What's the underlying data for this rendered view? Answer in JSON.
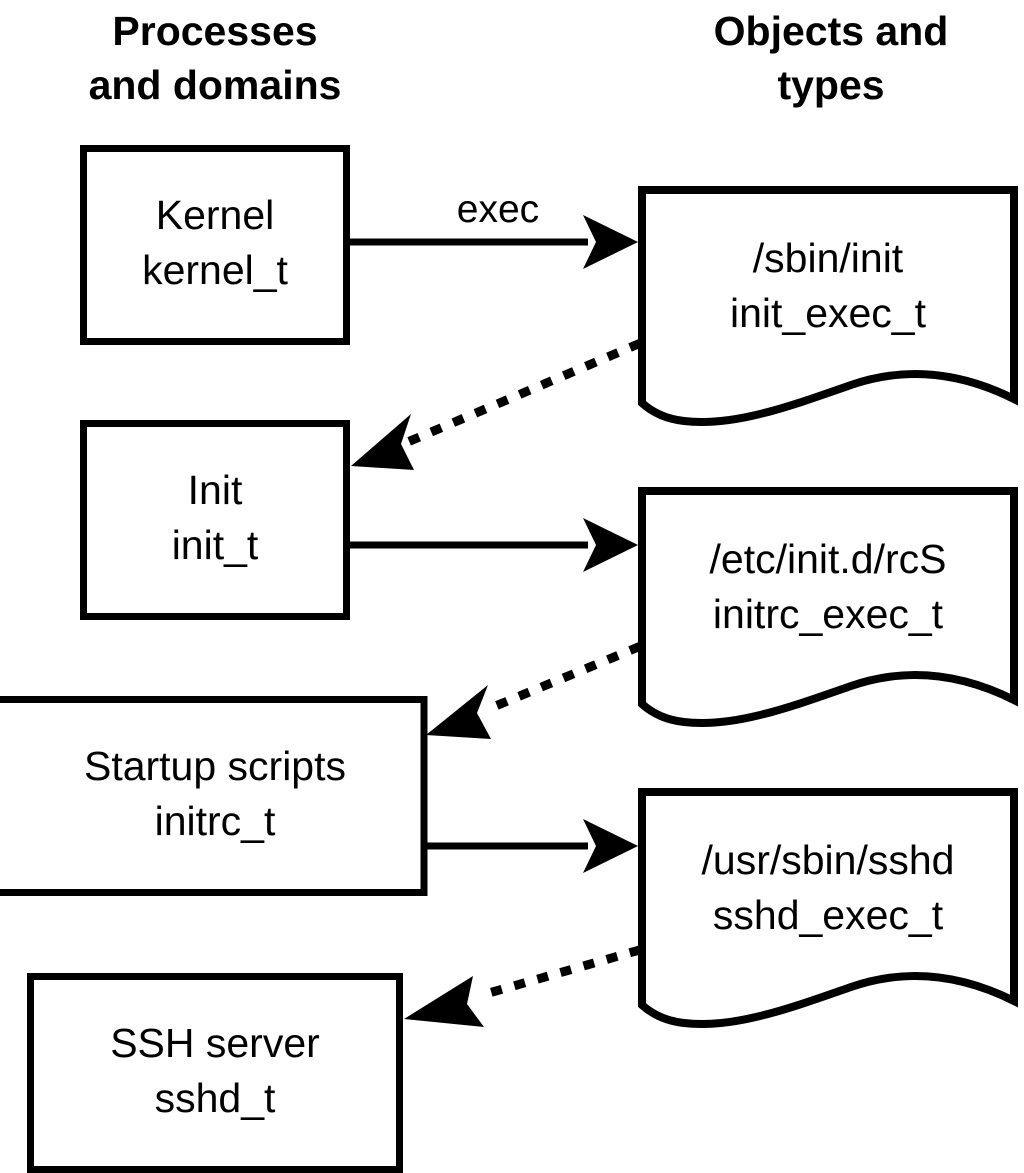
{
  "diagram": {
    "title_columns": [
      {
        "id": "processes",
        "line1": "Processes",
        "line2": "and domains"
      },
      {
        "id": "objects",
        "line1": "Objects and",
        "line2": "types"
      }
    ],
    "process_nodes": [
      {
        "id": "kernel",
        "line1": "Kernel",
        "line2": "kernel_t"
      },
      {
        "id": "init",
        "line1": "Init",
        "line2": "init_t"
      },
      {
        "id": "startup-scripts",
        "line1": "Startup scripts",
        "line2": "initrc_t"
      },
      {
        "id": "ssh-server",
        "line1": "SSH server",
        "line2": "sshd_t"
      }
    ],
    "object_nodes": [
      {
        "id": "sbin-init",
        "line1": "/sbin/init",
        "line2": "init_exec_t"
      },
      {
        "id": "etc-initd-rcs",
        "line1": "/etc/init.d/rcS",
        "line2": "initrc_exec_t"
      },
      {
        "id": "usr-sbin-sshd",
        "line1": "/usr/sbin/sshd",
        "line2": "sshd_exec_t"
      }
    ],
    "edges": [
      {
        "id": "kernel-exec-init",
        "label": "exec",
        "style": "solid",
        "from": "kernel",
        "to": "sbin-init"
      },
      {
        "id": "initexec-transition-init",
        "label": "",
        "style": "dotted",
        "from": "sbin-init",
        "to": "init"
      },
      {
        "id": "init-exec-rcs",
        "label": "",
        "style": "solid",
        "from": "init",
        "to": "etc-initd-rcs"
      },
      {
        "id": "rcs-transition-initrc",
        "label": "",
        "style": "dotted",
        "from": "etc-initd-rcs",
        "to": "startup-scripts"
      },
      {
        "id": "initrc-exec-sshd",
        "label": "",
        "style": "solid",
        "from": "startup-scripts",
        "to": "usr-sbin-sshd"
      },
      {
        "id": "sshdexec-transition-sshd",
        "label": "",
        "style": "dotted",
        "from": "usr-sbin-sshd",
        "to": "ssh-server"
      }
    ],
    "colors": {
      "background": "#ffffff",
      "stroke": "#000000",
      "text": "#000000"
    }
  }
}
